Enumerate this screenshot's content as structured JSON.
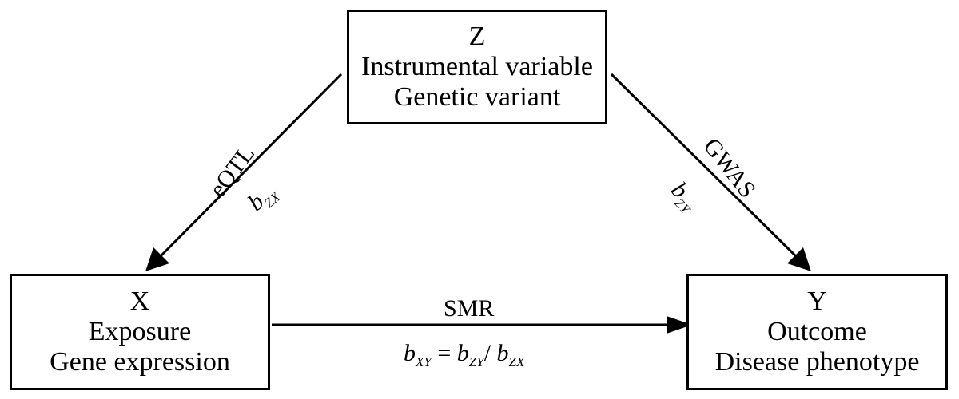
{
  "nodes": {
    "z": {
      "letter": "Z",
      "line1": "Instrumental variable",
      "line2": "Genetic variant"
    },
    "x": {
      "letter": "X",
      "line1": "Exposure",
      "line2": "Gene expression"
    },
    "y": {
      "letter": "Y",
      "line1": "Outcome",
      "line2": "Disease phenotype"
    }
  },
  "edges": {
    "zx": {
      "label": "eQTL",
      "coef": "b",
      "coef_sub": "ZX"
    },
    "zy": {
      "label": "GWAS",
      "coef": "b",
      "coef_sub": "ZY"
    },
    "xy": {
      "label": "SMR",
      "formula": {
        "b": "b",
        "xy_sub": "XY",
        "eq": "=",
        "zy_sub": "ZY",
        "slash": "/",
        "zx_sub": "ZX"
      }
    }
  }
}
